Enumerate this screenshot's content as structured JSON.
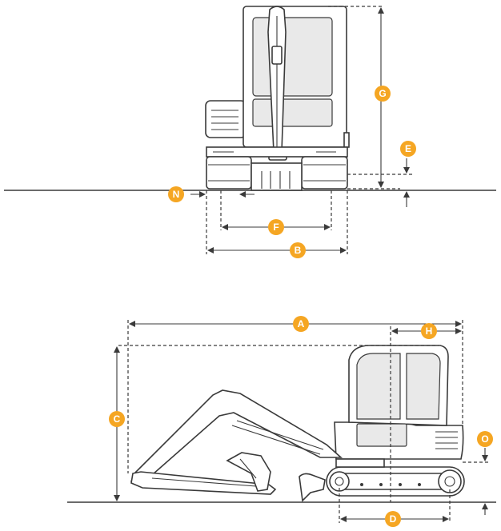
{
  "labels": {
    "A": "A",
    "B": "B",
    "C": "C",
    "D": "D",
    "E": "E",
    "F": "F",
    "G": "G",
    "H": "H",
    "N": "N",
    "O": "O"
  },
  "colors": {
    "badge": "#f5a623",
    "line": "#3a3a3a",
    "window": "#e9e9e9"
  }
}
